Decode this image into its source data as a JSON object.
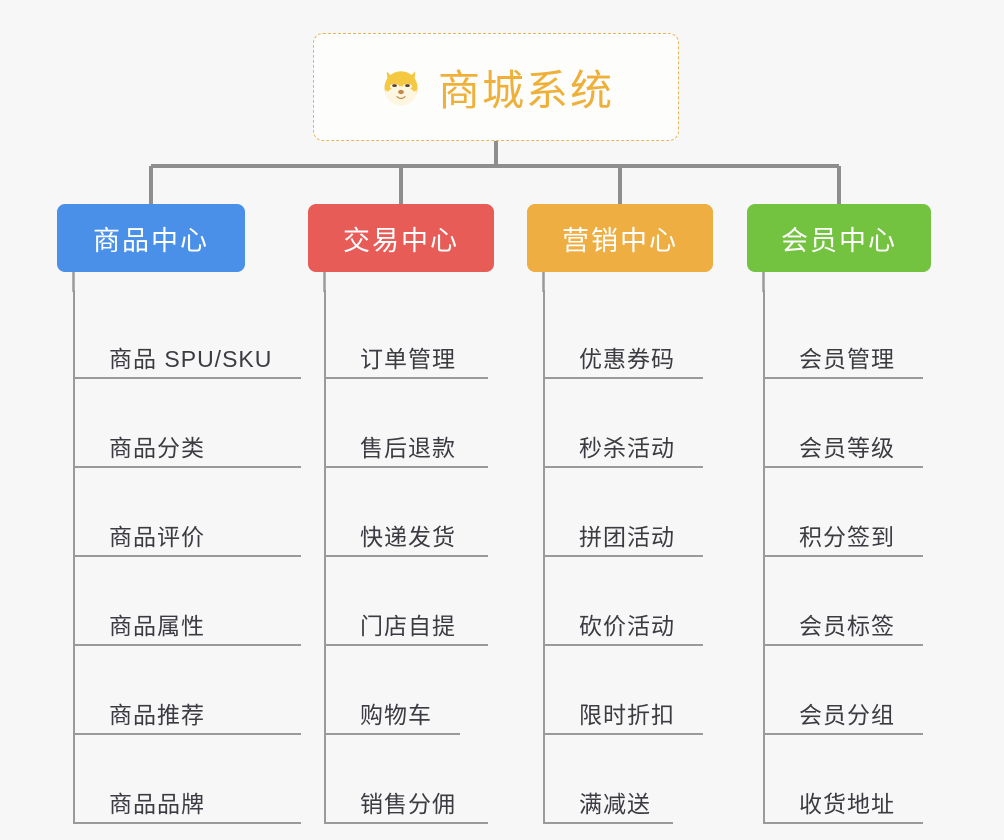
{
  "root": {
    "title": "商城系统",
    "emoji_name": "shiba-inu-face",
    "border_color": "#e7b55a",
    "text_color": "#efb03a"
  },
  "connector_color": "#8e8e8e",
  "background_color": "#f7f7f7",
  "branches": [
    {
      "label": "商品中心",
      "color": "#4a90e8",
      "items": [
        "商品 SPU/SKU",
        "商品分类",
        "商品评价",
        "商品属性",
        "商品推荐",
        "商品品牌"
      ]
    },
    {
      "label": "交易中心",
      "color": "#e85c58",
      "items": [
        "订单管理",
        "售后退款",
        "快递发货",
        "门店自提",
        "购物车",
        "销售分佣"
      ]
    },
    {
      "label": "营销中心",
      "color": "#eeae42",
      "items": [
        "优惠券码",
        "秒杀活动",
        "拼团活动",
        "砍价活动",
        "限时折扣",
        "满减送"
      ]
    },
    {
      "label": "会员中心",
      "color": "#73c340",
      "items": [
        "会员管理",
        "会员等级",
        "积分签到",
        "会员标签",
        "会员分组",
        "收货地址"
      ]
    }
  ]
}
